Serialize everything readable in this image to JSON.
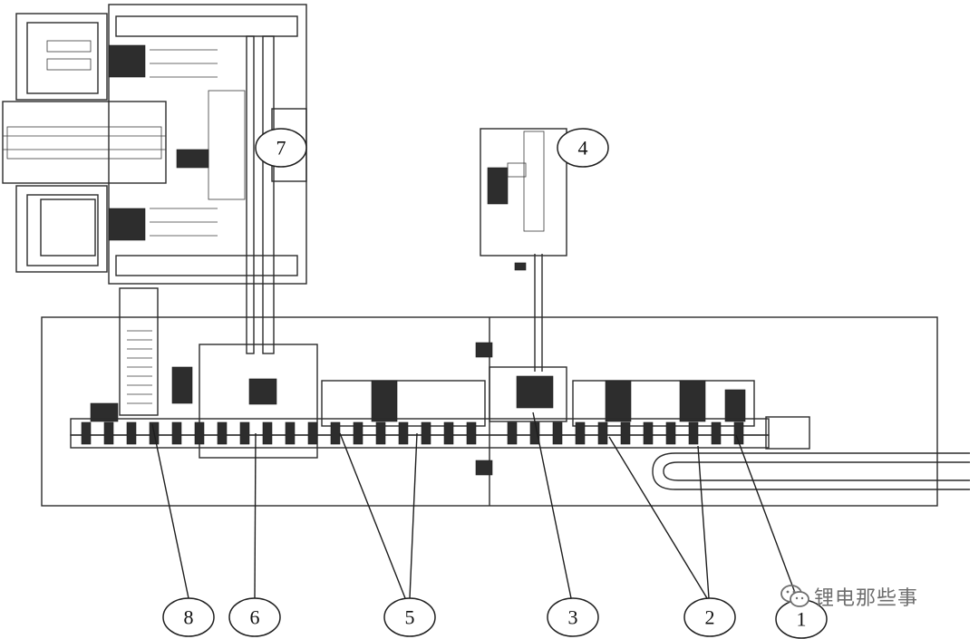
{
  "callouts": [
    {
      "label": "1",
      "id": "callout-1"
    },
    {
      "label": "2",
      "id": "callout-2"
    },
    {
      "label": "3",
      "id": "callout-3"
    },
    {
      "label": "4",
      "id": "callout-4"
    },
    {
      "label": "5",
      "id": "callout-5"
    },
    {
      "label": "6",
      "id": "callout-6"
    },
    {
      "label": "7",
      "id": "callout-7"
    },
    {
      "label": "8",
      "id": "callout-8"
    }
  ],
  "watermark": {
    "text": "锂电那些事",
    "icon": "wechat-icon"
  },
  "colors": {
    "line": "#2b2b2b",
    "background": "#ffffff",
    "watermark": "#6e6e6e"
  }
}
